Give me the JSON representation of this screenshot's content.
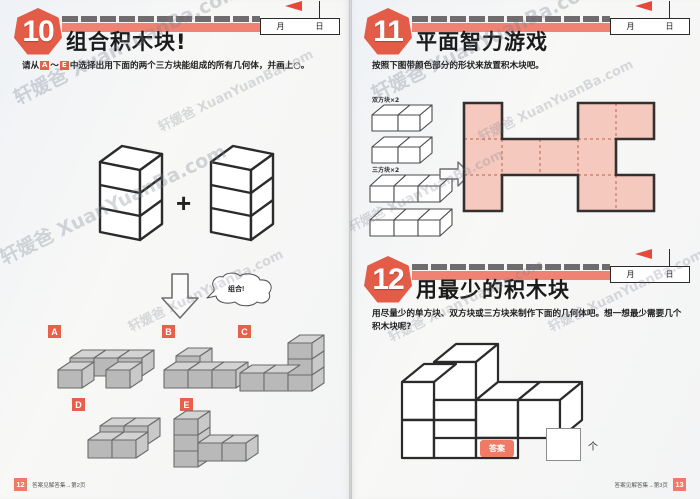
{
  "watermark": {
    "text": "轩媛爸 XuanYuanBa.com"
  },
  "left_page": {
    "number_badge": "10",
    "title": "组合积木块!",
    "date_box": {
      "month": "月",
      "day": "日"
    },
    "instruction": {
      "pre": "请从",
      "opt_a": "A",
      "mid": "～",
      "opt_e": "E",
      "post": "中选择出用下面的两个三方块能组成的所有几何体，并画上○。"
    },
    "operator": "+",
    "bubble": "组合!",
    "options": [
      {
        "label": "A"
      },
      {
        "label": "B"
      },
      {
        "label": "C"
      },
      {
        "label": "D"
      },
      {
        "label": "E"
      }
    ],
    "footer": {
      "note": "答案见解答集→第2页",
      "page": "12"
    }
  },
  "right_page": {
    "problem_11": {
      "number_badge": "11",
      "title": "平面智力游戏",
      "date_box": {
        "month": "月",
        "day": "日"
      },
      "instruction": "按照下图带颜色部分的形状来放置积木块吧。",
      "piece_labels": [
        "双方块×2",
        "三方块×2"
      ],
      "shape_fill": "#f6c9bf"
    },
    "problem_12": {
      "number_badge": "12",
      "title": "用最少的积木块",
      "date_box": {
        "month": "月",
        "day": "日"
      },
      "instruction": "用尽量少的单方块、双方块或三方块来制作下面的几何体吧。想一想最少需要几个积木块呢?",
      "answer_label": "答案",
      "answer_value": "",
      "answer_unit": "个"
    },
    "footer": {
      "note": "答案见解答集→第3页",
      "page": "13"
    }
  },
  "colors": {
    "accent": "#e8604c",
    "bar": "#f08273",
    "pink": "#f6c9bf",
    "ink": "#2b2b2b"
  }
}
